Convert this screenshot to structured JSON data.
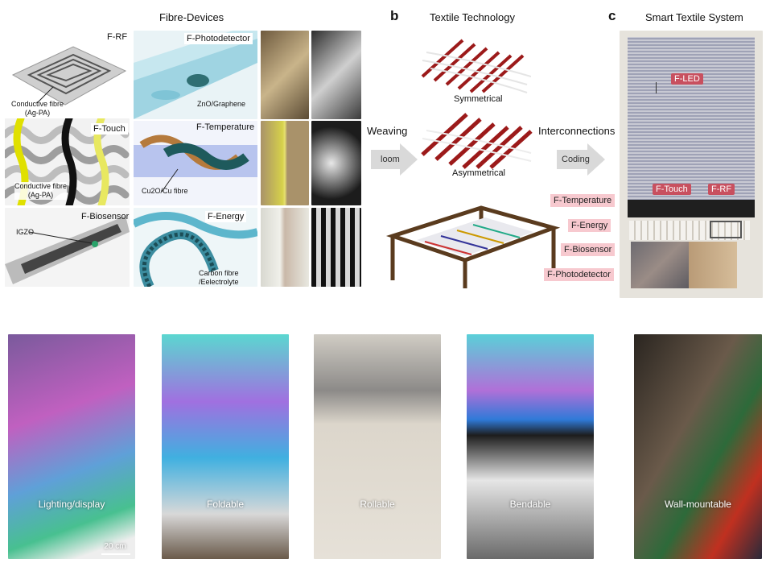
{
  "panel_a": {
    "title": "Fibre-Devices",
    "devices": {
      "rf": {
        "label": "F-RF",
        "callout": "Conductive fibre\n(Ag-PA)"
      },
      "photodetector": {
        "label": "F-Photodetector",
        "callout": "ZnO/Graphene"
      },
      "touch": {
        "label": "F-Touch",
        "callout": "Conductive fibre\n(Ag-PA)"
      },
      "temperature": {
        "label": "F-Temperature",
        "callout": "Cu2O/Cu fibre"
      },
      "biosensor": {
        "label": "F-Biosensor",
        "callout": "IGZO"
      },
      "energy": {
        "label": "F-Energy",
        "callout": "Carbon fibre\n/Eelectrolyte"
      }
    }
  },
  "panel_b": {
    "letter": "b",
    "title": "Textile Technology",
    "weaving_label": "Weaving",
    "loom_label": "loom",
    "symmetrical_label": "Symmetrical",
    "asymmetrical_label": "Asymmetrical",
    "interconnections_label": "Interconnections",
    "coding_label": "Coding"
  },
  "panel_c": {
    "letter": "c",
    "title": "Smart Textile System",
    "led_label": "F-LED",
    "touch_label": "F-Touch",
    "rf_label": "F-RF",
    "side_labels": [
      "F-Temperature",
      "F-Energy",
      "F-Biosensor",
      "F-Photodetector"
    ]
  },
  "bottom_photos": [
    {
      "caption": "Lighting/display",
      "scale": "20 cm"
    },
    {
      "caption": "Foldable"
    },
    {
      "caption": "Rollable"
    },
    {
      "caption": "Bendable"
    },
    {
      "caption": "Wall-mountable"
    }
  ],
  "colors": {
    "arrow_grey": "#d9d9d9",
    "tag_pink": "#f7c9cf",
    "led_red": "#c8505f",
    "fibre_blue": "#7fc4d6",
    "fibre_dark": "#2f6f73"
  }
}
